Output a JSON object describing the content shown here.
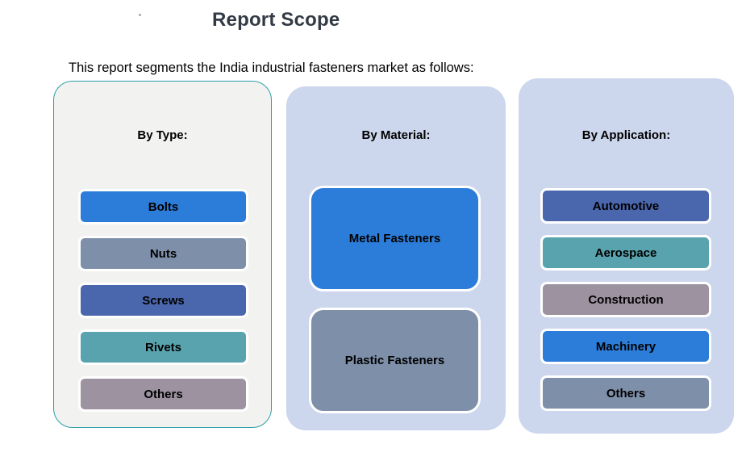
{
  "page": {
    "title": "Report Scope",
    "subtitle": "This report segments the India industrial fasteners market as follows:"
  },
  "colors": {
    "blue": "#2b7dd9",
    "slate": "#7e8fa9",
    "indigo": "#4a66ad",
    "teal": "#58a3ad",
    "mauve": "#9d92a0",
    "panel_gray": "#f2f2f1",
    "panel_blue": "#ccd6ec",
    "panel_border_teal": "#2f9ea8",
    "title_text": "#333a45"
  },
  "columns": [
    {
      "header": "By Type:",
      "items": [
        {
          "label": "Bolts",
          "color": "#2b7dd9"
        },
        {
          "label": "Nuts",
          "color": "#7e8fa9"
        },
        {
          "label": "Screws",
          "color": "#4a66ad"
        },
        {
          "label": "Rivets",
          "color": "#58a3ad"
        },
        {
          "label": "Others",
          "color": "#9d92a0"
        }
      ]
    },
    {
      "header": "By Material:",
      "items": [
        {
          "label": "Metal Fasteners",
          "color": "#2b7dd9"
        },
        {
          "label": "Plastic Fasteners",
          "color": "#7e8fa9"
        }
      ]
    },
    {
      "header": "By Application:",
      "items": [
        {
          "label": "Automotive",
          "color": "#4a66ad"
        },
        {
          "label": "Aerospace",
          "color": "#58a3ad"
        },
        {
          "label": "Construction",
          "color": "#9d92a0"
        },
        {
          "label": "Machinery",
          "color": "#2b7dd9"
        },
        {
          "label": "Others",
          "color": "#7e8fa9"
        }
      ]
    }
  ]
}
